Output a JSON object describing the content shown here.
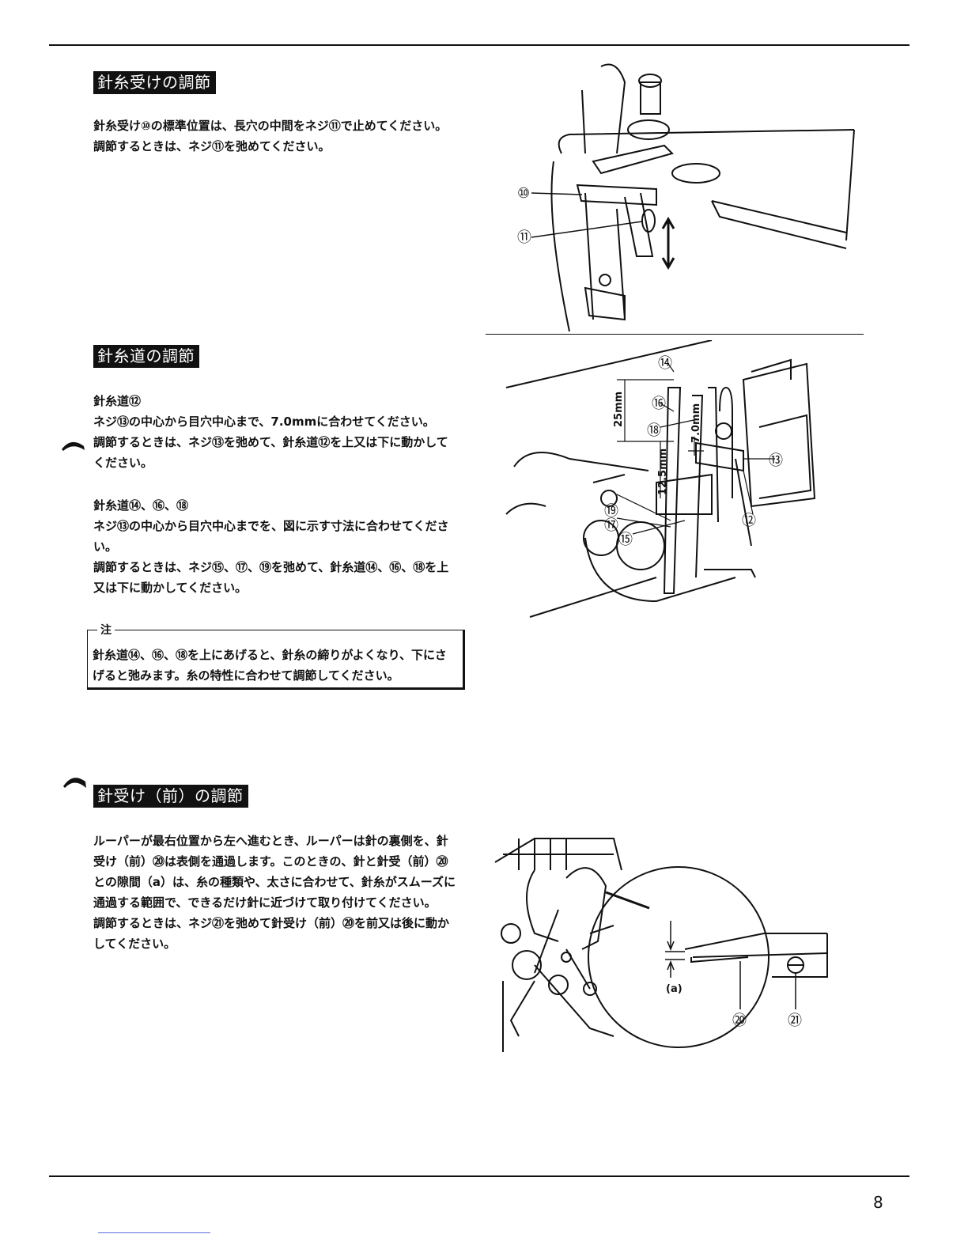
{
  "sections": [
    {
      "title": "針糸受けの調節",
      "paragraphs": [
        "針糸受け⑩の標準位置は、長穴の中間をネジ⑪で止めてください。",
        "調節するときは、ネジ⑪を弛めてください。"
      ]
    },
    {
      "title": "針糸道の調節",
      "sub1_head": "針糸道⑫",
      "sub1_lines": [
        "ネジ⑬の中心から目穴中心まで、7.0mmに合わせてください。",
        "調節するときは、ネジ⑬を弛めて、針糸道⑫を上又は下に動かして",
        "ください。"
      ],
      "sub2_head": "針糸道⑭、⑯、⑱",
      "sub2_lines": [
        "ネジ⑬の中心から目穴中心までを、図に示す寸法に合わせてくださ",
        "い。",
        "調節するときは、ネジ⑮、⑰、⑲を弛めて、針糸道⑭、⑯、⑱を上",
        "又は下に動かしてください。"
      ],
      "note_label": "注",
      "note_lines": [
        "針糸道⑭、⑯、⑱を上にあげると、針糸の締りがよくなり、下にさ",
        "げると弛みます。糸の特性に合わせて調節してください。"
      ]
    },
    {
      "title": "針受け（前）の調節",
      "paragraphs": [
        "ルーパーが最右位置から左へ進むとき、ルーパーは針の裏側を、針",
        "受け（前）⑳は表側を通過します。このときの、針と針受（前）⑳",
        "との隙間（a）は、糸の種類や、太さに合わせて、針糸がスムーズに",
        "通過する範囲で、できるだけ針に近づけて取り付けてください。",
        "調節するときは、ネジ㉑を弛めて針受け（前）⑳を前又は後に動か",
        "してください。"
      ]
    }
  ],
  "figures": {
    "fig1_labels": [
      "⑩",
      "⑪"
    ],
    "fig2_labels": [
      "⑭",
      "⑯",
      "⑱",
      "⑬",
      "⑲",
      "⑰",
      "⑮",
      "⑫"
    ],
    "fig2_dims": [
      "25mm",
      "7.0mm",
      "12.5mm"
    ],
    "fig3_labels": [
      "(a)",
      "⑳",
      "㉑"
    ]
  },
  "page_number": "8"
}
